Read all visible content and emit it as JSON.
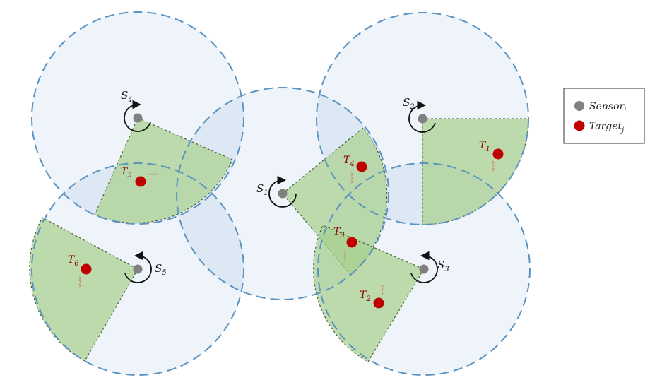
{
  "colors": {
    "range_stroke": "#5b93c3",
    "range_fill": "#eef4fa",
    "overlap_fill": "#dde8f4",
    "sector_fill": "#a9d08e",
    "sector_stroke": "#3f5a2e",
    "sensor": "#808080",
    "target": "#c00000",
    "target_label": "#8b0000"
  },
  "sensors": [
    {
      "id": "S1",
      "base": "S",
      "sub": "1"
    },
    {
      "id": "S2",
      "base": "S",
      "sub": "2"
    },
    {
      "id": "S3",
      "base": "S",
      "sub": "3"
    },
    {
      "id": "S4",
      "base": "S",
      "sub": "4"
    },
    {
      "id": "S5",
      "base": "S",
      "sub": "5"
    }
  ],
  "targets": [
    {
      "id": "T1",
      "base": "T",
      "sub": "1"
    },
    {
      "id": "T2",
      "base": "T",
      "sub": "2"
    },
    {
      "id": "T3",
      "base": "T",
      "sub": "3"
    },
    {
      "id": "T4",
      "base": "T",
      "sub": "4"
    },
    {
      "id": "T5",
      "base": "T",
      "sub": "5"
    },
    {
      "id": "T6",
      "base": "T",
      "sub": "6"
    }
  ],
  "legend": {
    "sensor_base": "Sensor",
    "sensor_sub": "i",
    "target_base": "Target",
    "target_sub": "j"
  }
}
